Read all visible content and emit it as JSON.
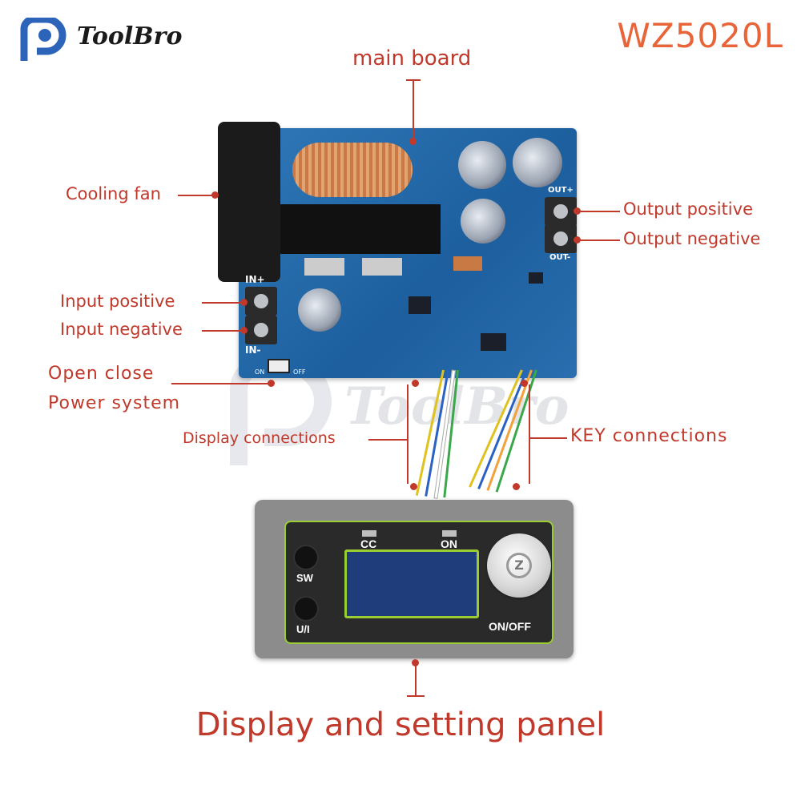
{
  "brand": {
    "name": "ToolBro"
  },
  "model": "WZ5020L",
  "watermark": "ToolBro",
  "callouts": {
    "main_board": "main board",
    "cooling_fan": "Cooling fan",
    "output_positive": "Output positive",
    "output_negative": "Output negative",
    "input_positive": "Input positive",
    "input_negative": "Input negative",
    "open_close_line1": "Open close",
    "open_close_line2": "Power system",
    "display_connections": "Display connections",
    "key_connections": "KEY connections"
  },
  "board_marks": {
    "in_plus": "IN+",
    "in_minus": "IN-",
    "out_plus": "OUT+",
    "out_minus": "OUT-",
    "switch_on": "ON",
    "switch_off": "OFF"
  },
  "panel": {
    "cc": "CC",
    "on": "ON",
    "sw": "SW",
    "ui": "U/I",
    "onoff": "ON/OFF",
    "knob_symbol": "Z"
  },
  "title": "Display and setting panel",
  "colors": {
    "callout": "#c0392b",
    "model": "#e8653a",
    "board": "#1d5f9e",
    "panel_accent": "#9acd32"
  }
}
